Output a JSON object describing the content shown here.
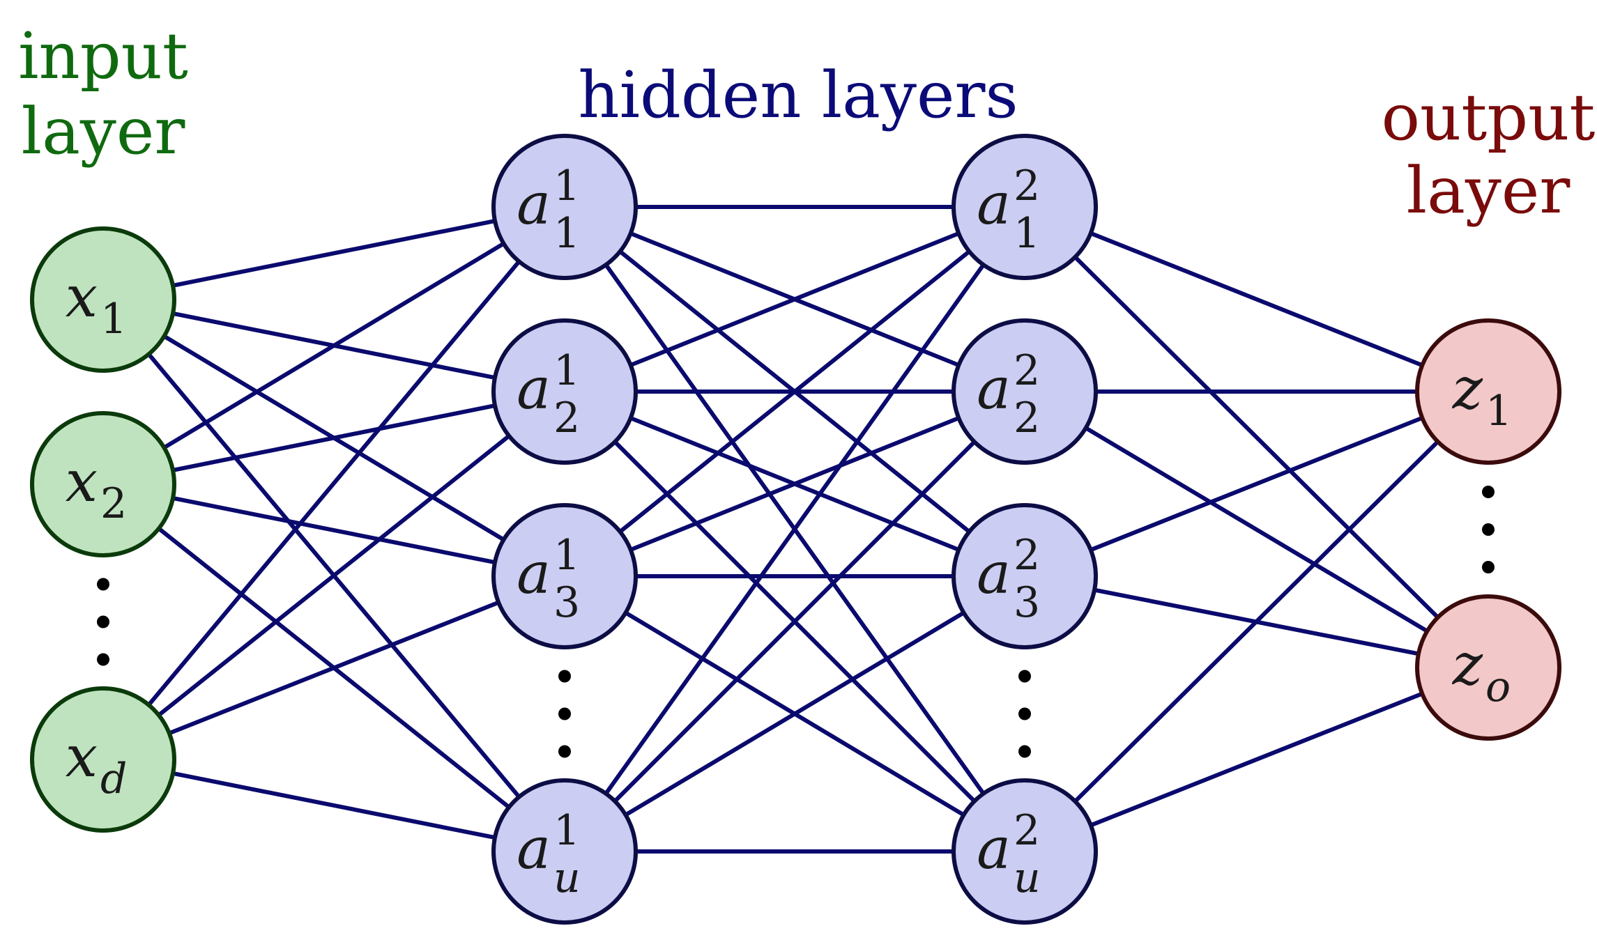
{
  "labels": {
    "input_title_line1": "input",
    "input_title_line2": "layer",
    "hidden_title": "hidden layers",
    "output_title_line1": "output",
    "output_title_line2": "layer"
  },
  "colors": {
    "edge": "#0a0a6e",
    "input_fill": "#bfe3bf",
    "input_stroke": "#0b3a0b",
    "input_text": "#0f6a0f",
    "hidden_fill": "#cccdf3",
    "hidden_stroke": "#0d0d45",
    "hidden_text": "#0b0b78",
    "output_fill": "#f3c8c8",
    "output_stroke": "#3c0b0b",
    "output_text": "#7a0b0b",
    "math_text": "#1a1a1a"
  },
  "layers": [
    {
      "id": "input",
      "style": "input",
      "nodes": [
        {
          "id": "x1",
          "var": "x",
          "sub": "1",
          "sup": ""
        },
        {
          "id": "x2",
          "var": "x",
          "sub": "2",
          "sup": ""
        },
        {
          "id": "xd",
          "var": "x",
          "sub": "d",
          "sup": ""
        }
      ]
    },
    {
      "id": "hidden1",
      "style": "hidden",
      "nodes": [
        {
          "id": "a11",
          "var": "a",
          "sub": "1",
          "sup": "1"
        },
        {
          "id": "a12",
          "var": "a",
          "sub": "2",
          "sup": "1"
        },
        {
          "id": "a13",
          "var": "a",
          "sub": "3",
          "sup": "1"
        },
        {
          "id": "a1u",
          "var": "a",
          "sub": "u",
          "sup": "1"
        }
      ]
    },
    {
      "id": "hidden2",
      "style": "hidden",
      "nodes": [
        {
          "id": "a21",
          "var": "a",
          "sub": "1",
          "sup": "2"
        },
        {
          "id": "a22",
          "var": "a",
          "sub": "2",
          "sup": "2"
        },
        {
          "id": "a23",
          "var": "a",
          "sub": "3",
          "sup": "2"
        },
        {
          "id": "a2u",
          "var": "a",
          "sub": "u",
          "sup": "2"
        }
      ]
    },
    {
      "id": "output",
      "style": "output",
      "nodes": [
        {
          "id": "z1",
          "var": "z",
          "sub": "1",
          "sup": ""
        },
        {
          "id": "zo",
          "var": "z",
          "sub": "o",
          "sup": ""
        }
      ]
    }
  ],
  "ellipsis_after": [
    {
      "layer": "input",
      "after": "x2"
    },
    {
      "layer": "hidden1",
      "after": "a13"
    },
    {
      "layer": "hidden2",
      "after": "a23"
    },
    {
      "layer": "output",
      "after": "z1"
    }
  ]
}
